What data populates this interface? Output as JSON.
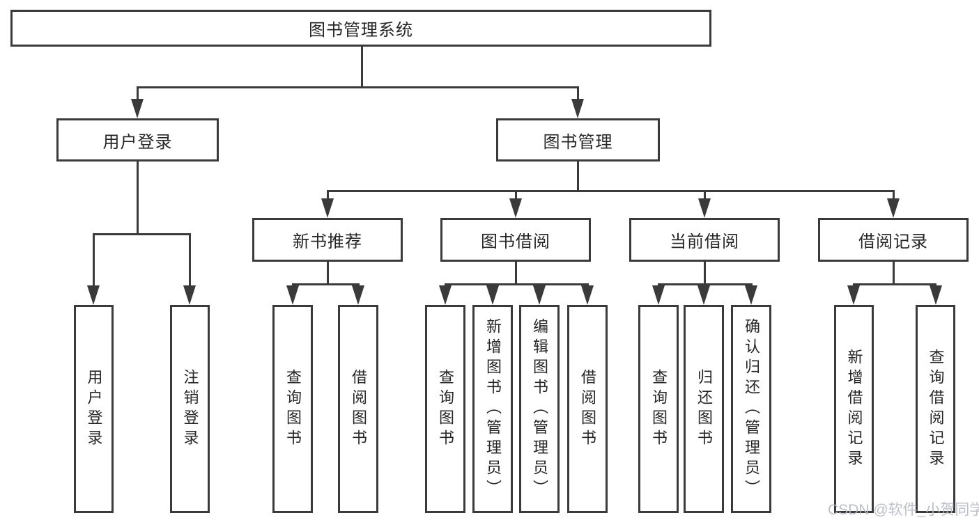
{
  "diagram": {
    "title": "图书管理系统",
    "nodes": {
      "root": {
        "label": "图书管理系统"
      },
      "user_login": {
        "label": "用户登录"
      },
      "book_mgmt": {
        "label": "图书管理"
      },
      "new_book_rec": {
        "label": "新书推荐"
      },
      "book_borrow": {
        "label": "图书借阅"
      },
      "current_borrow": {
        "label": "当前借阅"
      },
      "borrow_records": {
        "label": "借阅记录"
      },
      "leaf_user_login": {
        "label": "用户登录"
      },
      "leaf_logout": {
        "label": "注销登录"
      },
      "rec_query_books": {
        "label": "查询图书"
      },
      "rec_borrow_books": {
        "label": "借阅图书"
      },
      "bb_query_books": {
        "label": "查询图书"
      },
      "bb_add_books": {
        "label": "新增图书（管理员）"
      },
      "bb_edit_books": {
        "label": "编辑图书（管理员）"
      },
      "bb_borrow_books": {
        "label": "借阅图书"
      },
      "cb_query_books": {
        "label": "查询图书"
      },
      "cb_return_books": {
        "label": "归还图书"
      },
      "cb_confirm_return": {
        "label": "确认归还（管理员）"
      },
      "br_add_record": {
        "label": "新增借阅记录"
      },
      "br_query_record": {
        "label": "查询借阅记录"
      }
    },
    "structure": {
      "图书管理系统": {
        "用户登录": [
          "用户登录",
          "注销登录"
        ],
        "图书管理": {
          "新书推荐": [
            "查询图书",
            "借阅图书"
          ],
          "图书借阅": [
            "查询图书",
            "新增图书（管理员）",
            "编辑图书（管理员）",
            "借阅图书"
          ],
          "当前借阅": [
            "查询图书",
            "归还图书",
            "确认归还（管理员）"
          ],
          "借阅记录": [
            "新增借阅记录",
            "查询借阅记录"
          ]
        }
      }
    },
    "colors": {
      "line": "#3a3a3a",
      "text": "#262626",
      "background": "#ffffff",
      "watermark": "#b4bac2"
    }
  },
  "watermark": {
    "text": "CSDN @软件_小贺同学"
  }
}
